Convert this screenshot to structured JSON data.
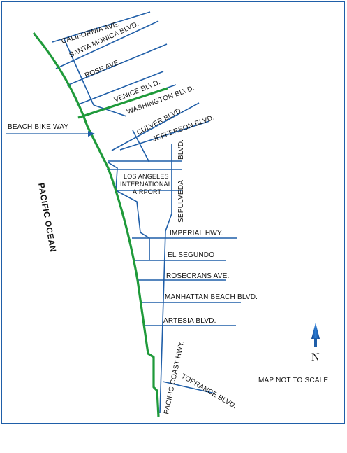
{
  "colors": {
    "road": "#1f5ea8",
    "bike_path": "#1f9a3a",
    "frame": "#1f5ea8",
    "text": "#111111"
  },
  "labels": {
    "california": "CALIFORNIA AVE.",
    "santa_monica": "SANTA MONICA BLVD.",
    "rose": "ROSE AVE.",
    "venice": "VENICE BLVD.",
    "washington": "WASHINGTON BLVD.",
    "culver": "CULVER BLVD.",
    "jefferson": "JEFFERSON BLVD.",
    "beach_bike_way": "BEACH BIKE WAY",
    "lax_line1": "LOS ANGELES",
    "lax_line2": "INTERNATIONAL",
    "lax_line3": "AIRPORT",
    "sepulveda_blvd": "BLVD.",
    "sepulveda": "SEPULVEDA",
    "pacific_ocean": "PACIFIC OCEAN",
    "imperial": "IMPERIAL HWY.",
    "el_segundo": "EL SEGUNDO",
    "rosecrans": "ROSECRANS AVE.",
    "manhattan_beach": "MANHATTAN BEACH BLVD.",
    "artesia": "ARTESIA BLVD.",
    "pacific_coast_hwy": "PACIFIC COAST HWY.",
    "torrance": "TORRANCE BLVD.",
    "north": "N",
    "not_to_scale": "MAP NOT TO SCALE"
  },
  "icons": {
    "north_arrow": "north-arrow-icon",
    "pointer_arrow": "arrow-right-icon"
  }
}
